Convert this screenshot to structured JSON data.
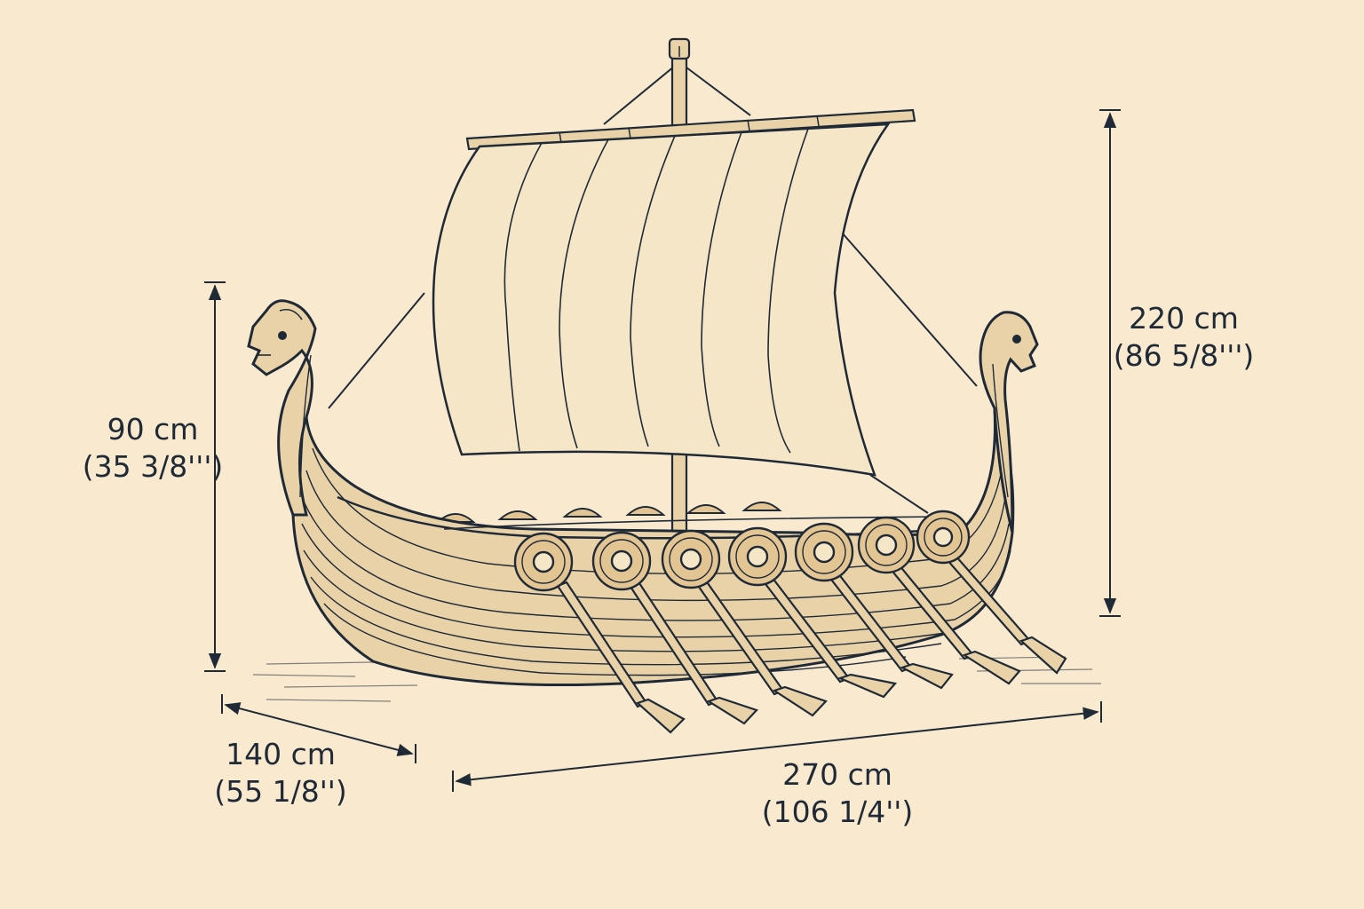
{
  "colors": {
    "background": "#f8e9cf",
    "ink": "#1f2a36",
    "wood": "#e9d2a8",
    "sail": "#f6e6c8",
    "shield": "#e3c594"
  },
  "dimensions": {
    "height": {
      "metric": "90 cm",
      "imperial": "(35 3/8''')"
    },
    "mast_height": {
      "metric": "220 cm",
      "imperial": "(86 5/8''')"
    },
    "width": {
      "metric": "140 cm",
      "imperial": "(55 1/8'')"
    },
    "length": {
      "metric": "270 cm",
      "imperial": "(106 1/4'')"
    }
  },
  "ship": {
    "shield_count": 7,
    "back_shield_count": 6,
    "oar_count": 7
  }
}
